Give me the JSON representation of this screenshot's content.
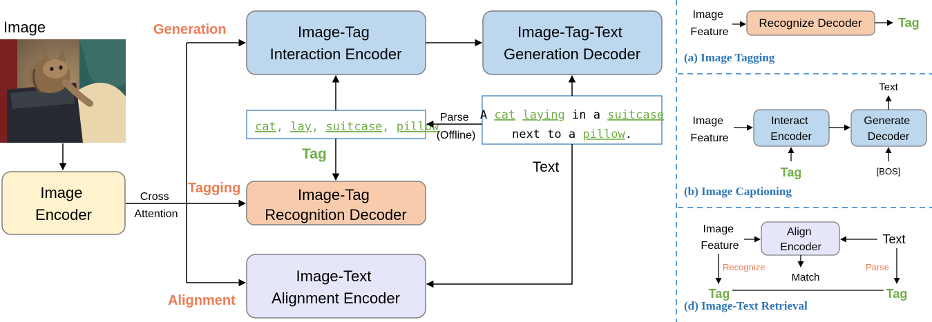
{
  "main": {
    "image_label": "Image",
    "image_encoder": [
      "Image",
      "Encoder"
    ],
    "cross_attention": [
      "Cross",
      "Attention"
    ],
    "generation_label": "Generation",
    "tagging_label": "Tagging",
    "alignment_label": "Alignment",
    "interaction_encoder": [
      "Image-Tag",
      "Interaction Encoder"
    ],
    "generation_decoder": [
      "Image-Tag-Text",
      "Generation Decoder"
    ],
    "recognition_decoder": [
      "Image-Tag",
      "Recognition Decoder"
    ],
    "alignment_encoder": [
      "Image-Text",
      "Alignment Encoder"
    ],
    "tags": [
      "cat",
      "lay",
      "suitcase",
      "pillow"
    ],
    "tag_separator": ", ",
    "tag_label": "Tag",
    "parse_label": [
      "Parse",
      "(Offline)"
    ],
    "caption_line1": {
      "a": "A",
      "cat": "cat",
      "laying": "laying",
      "in_a": "in a",
      "suitcase": "suitcase"
    },
    "caption_line2": {
      "next_to_a": "next to a",
      "pillow": "pillow",
      "period": "."
    },
    "text_label": "Text"
  },
  "panel_a": {
    "image_feature": [
      "Image",
      "Feature"
    ],
    "decoder": "Recognize Decoder",
    "tag": "Tag",
    "caption": "(a) Image Tagging"
  },
  "panel_b": {
    "image_feature": [
      "Image",
      "Feature"
    ],
    "encoder": [
      "Interact",
      "Encoder"
    ],
    "decoder": [
      "Generate",
      "Decoder"
    ],
    "text": "Text",
    "tag": "Tag",
    "bos": "[BOS]",
    "caption": "(b) Image Captioning"
  },
  "panel_d": {
    "image_feature": [
      "Image",
      "Feature"
    ],
    "encoder": [
      "Align",
      "Encoder"
    ],
    "text": "Text",
    "recognize": "Recognize",
    "parse": "Parse",
    "match": "Match",
    "tag_left": "Tag",
    "tag_right": "Tag",
    "caption": "(d) Image-Text Retrieval"
  },
  "colors": {
    "blue_box": "#bdd7ee",
    "orange_box": "#f8cbad",
    "lavender_box": "#e6e6fb",
    "yellow_box": "#fff2cc",
    "orange_text": "#ed7d57",
    "green_text": "#70ad47",
    "caption_blue": "#2e75b6",
    "divider_blue": "#5b9bd5"
  }
}
